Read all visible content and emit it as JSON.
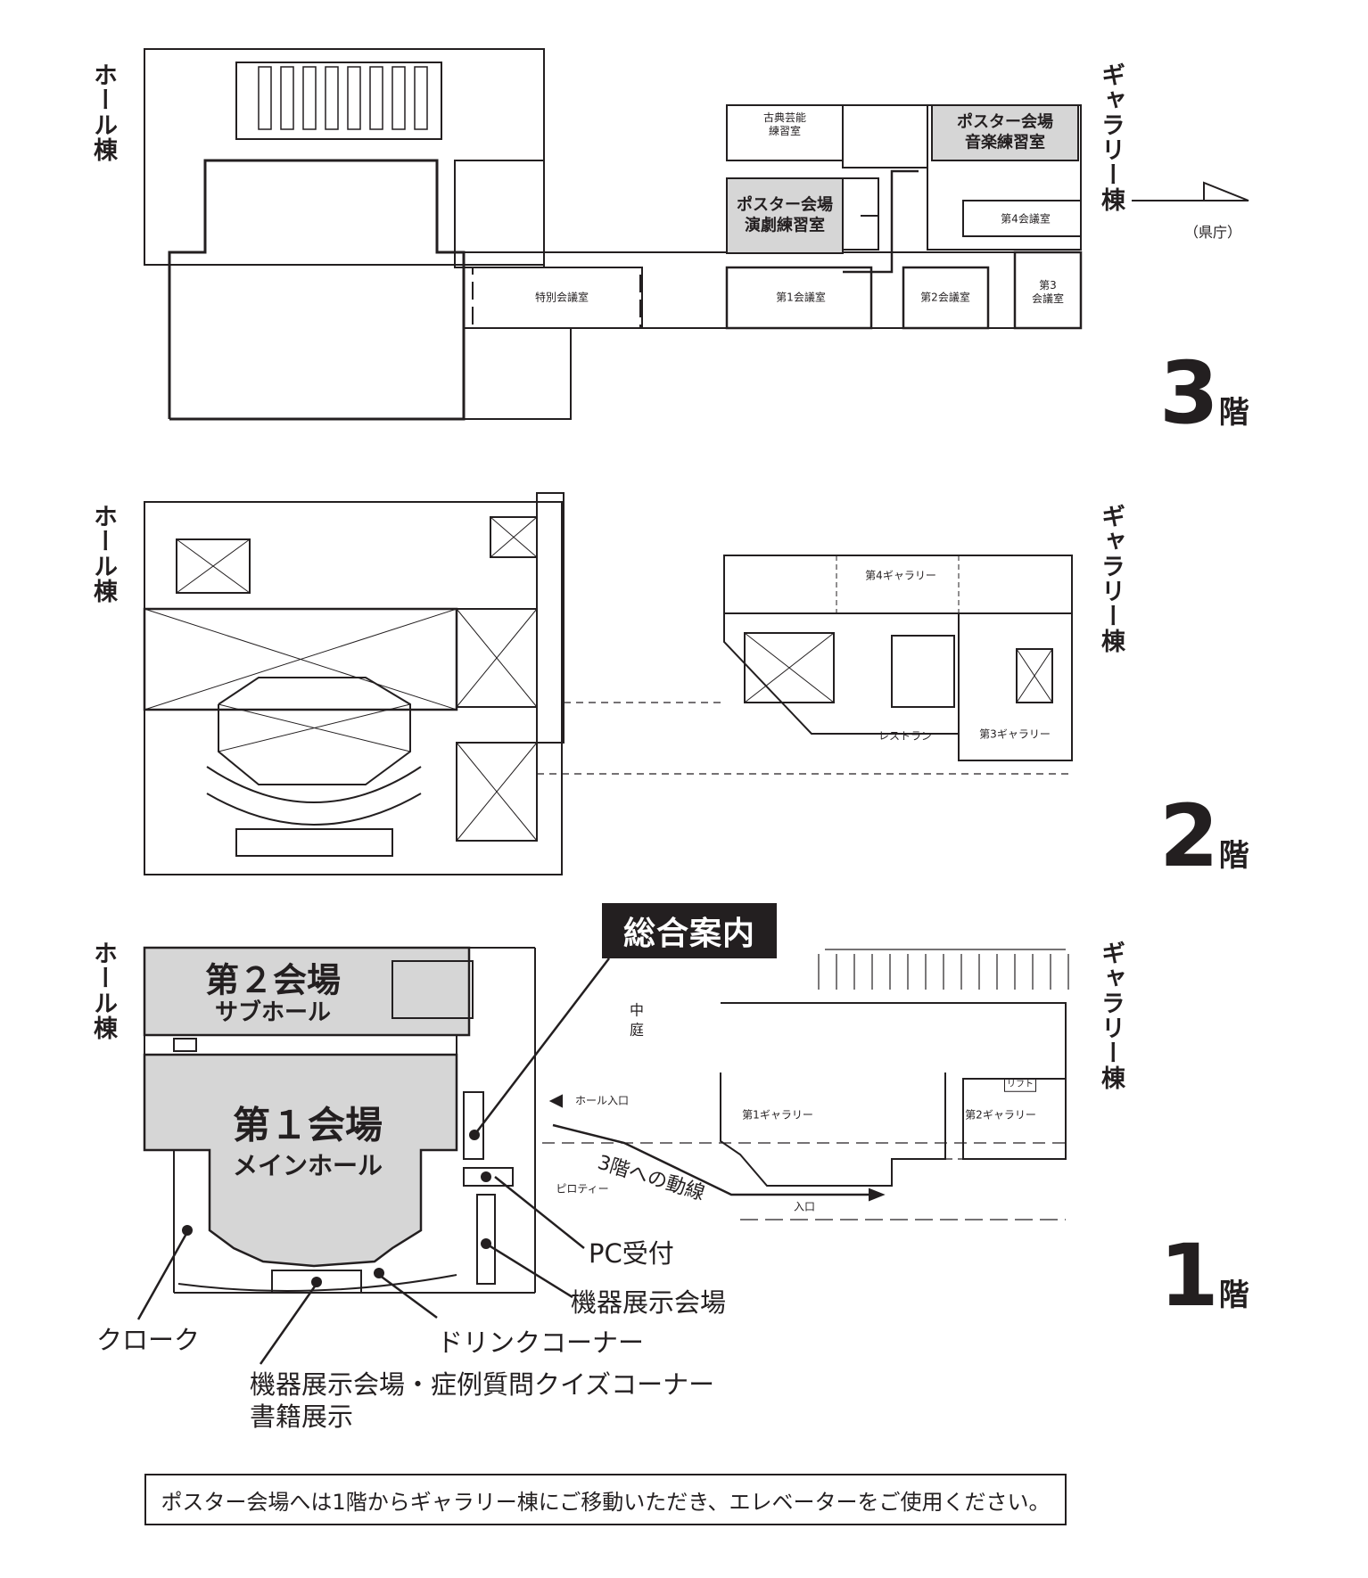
{
  "floors": {
    "floor3": {
      "number": "3",
      "suffix": "階"
    },
    "floor2": {
      "number": "2",
      "suffix": "階"
    },
    "floor1": {
      "number": "1",
      "suffix": "階"
    }
  },
  "buildings": {
    "hall": "ホール棟",
    "gallery": "ギャラリー棟"
  },
  "compass": {
    "label": "（県庁）"
  },
  "floor3_rooms": {
    "koten": "古典芸能\n練習室",
    "poster_music": "ポスター会場\n音楽練習室",
    "poster_drama": "ポスター会場\n演劇練習室",
    "tokubetsu": "特別会議室",
    "conf1": "第1会議室",
    "conf2": "第2会議室",
    "conf3": "第3\n会議室",
    "conf4": "第4会議室"
  },
  "floor2_rooms": {
    "gallery4": "第4ギャラリー",
    "restaurant": "レストラン",
    "gallery3": "第3ギャラリー"
  },
  "floor1_rooms": {
    "venue2_title": "第２会場",
    "venue2_sub": "サブホール",
    "venue1_title": "第１会場",
    "venue1_sub": "メインホール",
    "courtyard": "中\n庭",
    "hall_entrance": "ホール入口",
    "piloti": "ピロティー",
    "route": "3階への動線",
    "entrance": "入口",
    "gallery1": "第1ギャラリー",
    "gallery2": "第2ギャラリー",
    "lift": "リフト"
  },
  "callouts": {
    "info": "総合案内",
    "pc": "PC受付",
    "equipment": "機器展示会場",
    "drink": "ドリンクコーナー",
    "cloak": "クローク",
    "equip_quiz": "機器展示会場・症例質問クイズコーナー\n書籍展示"
  },
  "notice": "ポスター会場へは1階からギャラリー棟にご移動いただき、エレベーターをご使用ください。",
  "colors": {
    "ink": "#231f20",
    "highlight": "#d6d6d6",
    "line": "#231f20"
  }
}
